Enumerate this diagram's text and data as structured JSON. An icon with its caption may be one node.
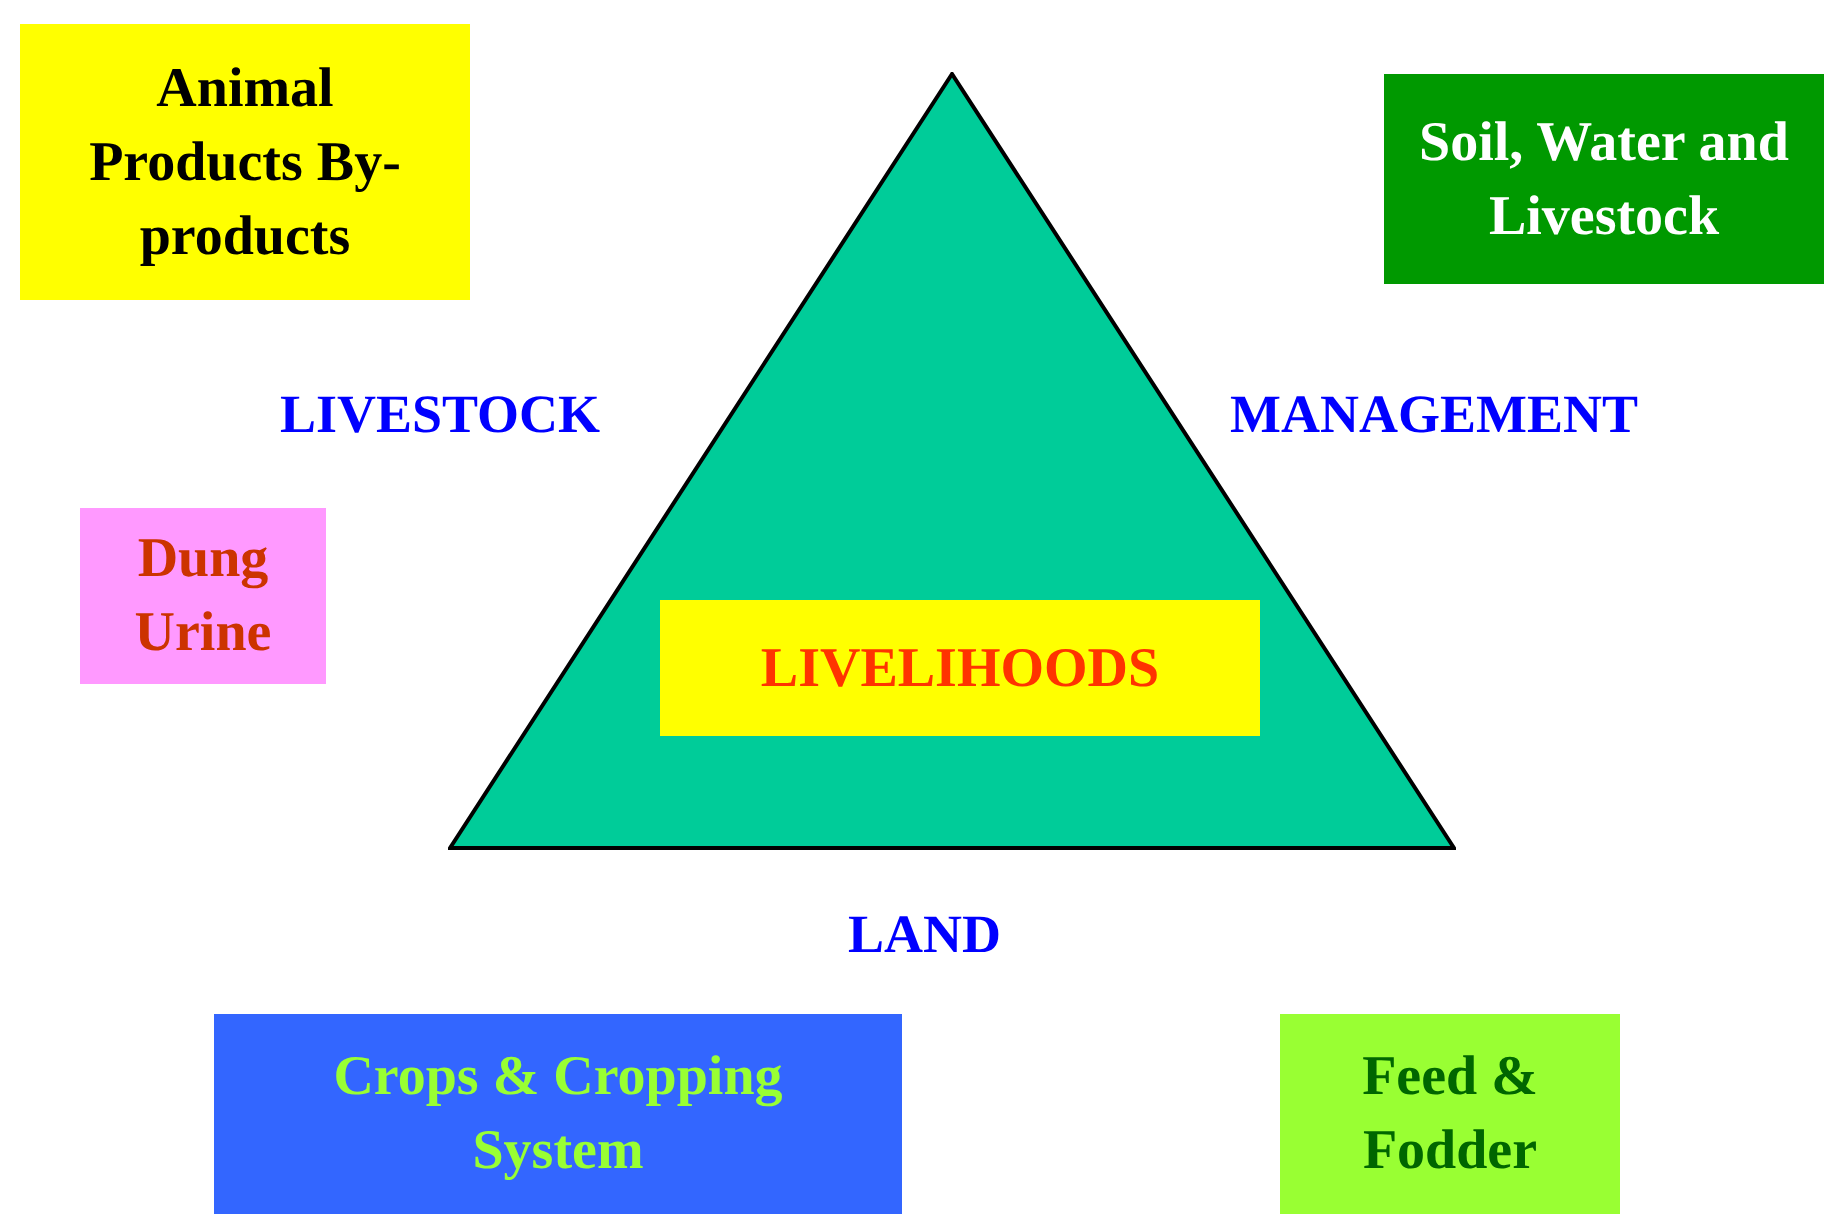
{
  "diagram": {
    "nodes": [
      {
        "text": [
          "Animal Products By-products"
        ]
      },
      {
        "text": [
          "Soil, Water and Livestock"
        ]
      },
      {
        "text": [
          "Dung Urine"
        ]
      },
      {
        "text": [],
        "shape": "triangle"
      },
      {
        "text": [
          "LIVELIHOODS"
        ],
        "in": 3
      },
      {
        "text": [
          "Crops & Cropping System"
        ]
      },
      {
        "text": [
          "Feed & Fodder"
        ]
      }
    ],
    "labels": [
      "LIVESTOCK",
      "MANAGEMENT",
      "LAND"
    ]
  }
}
